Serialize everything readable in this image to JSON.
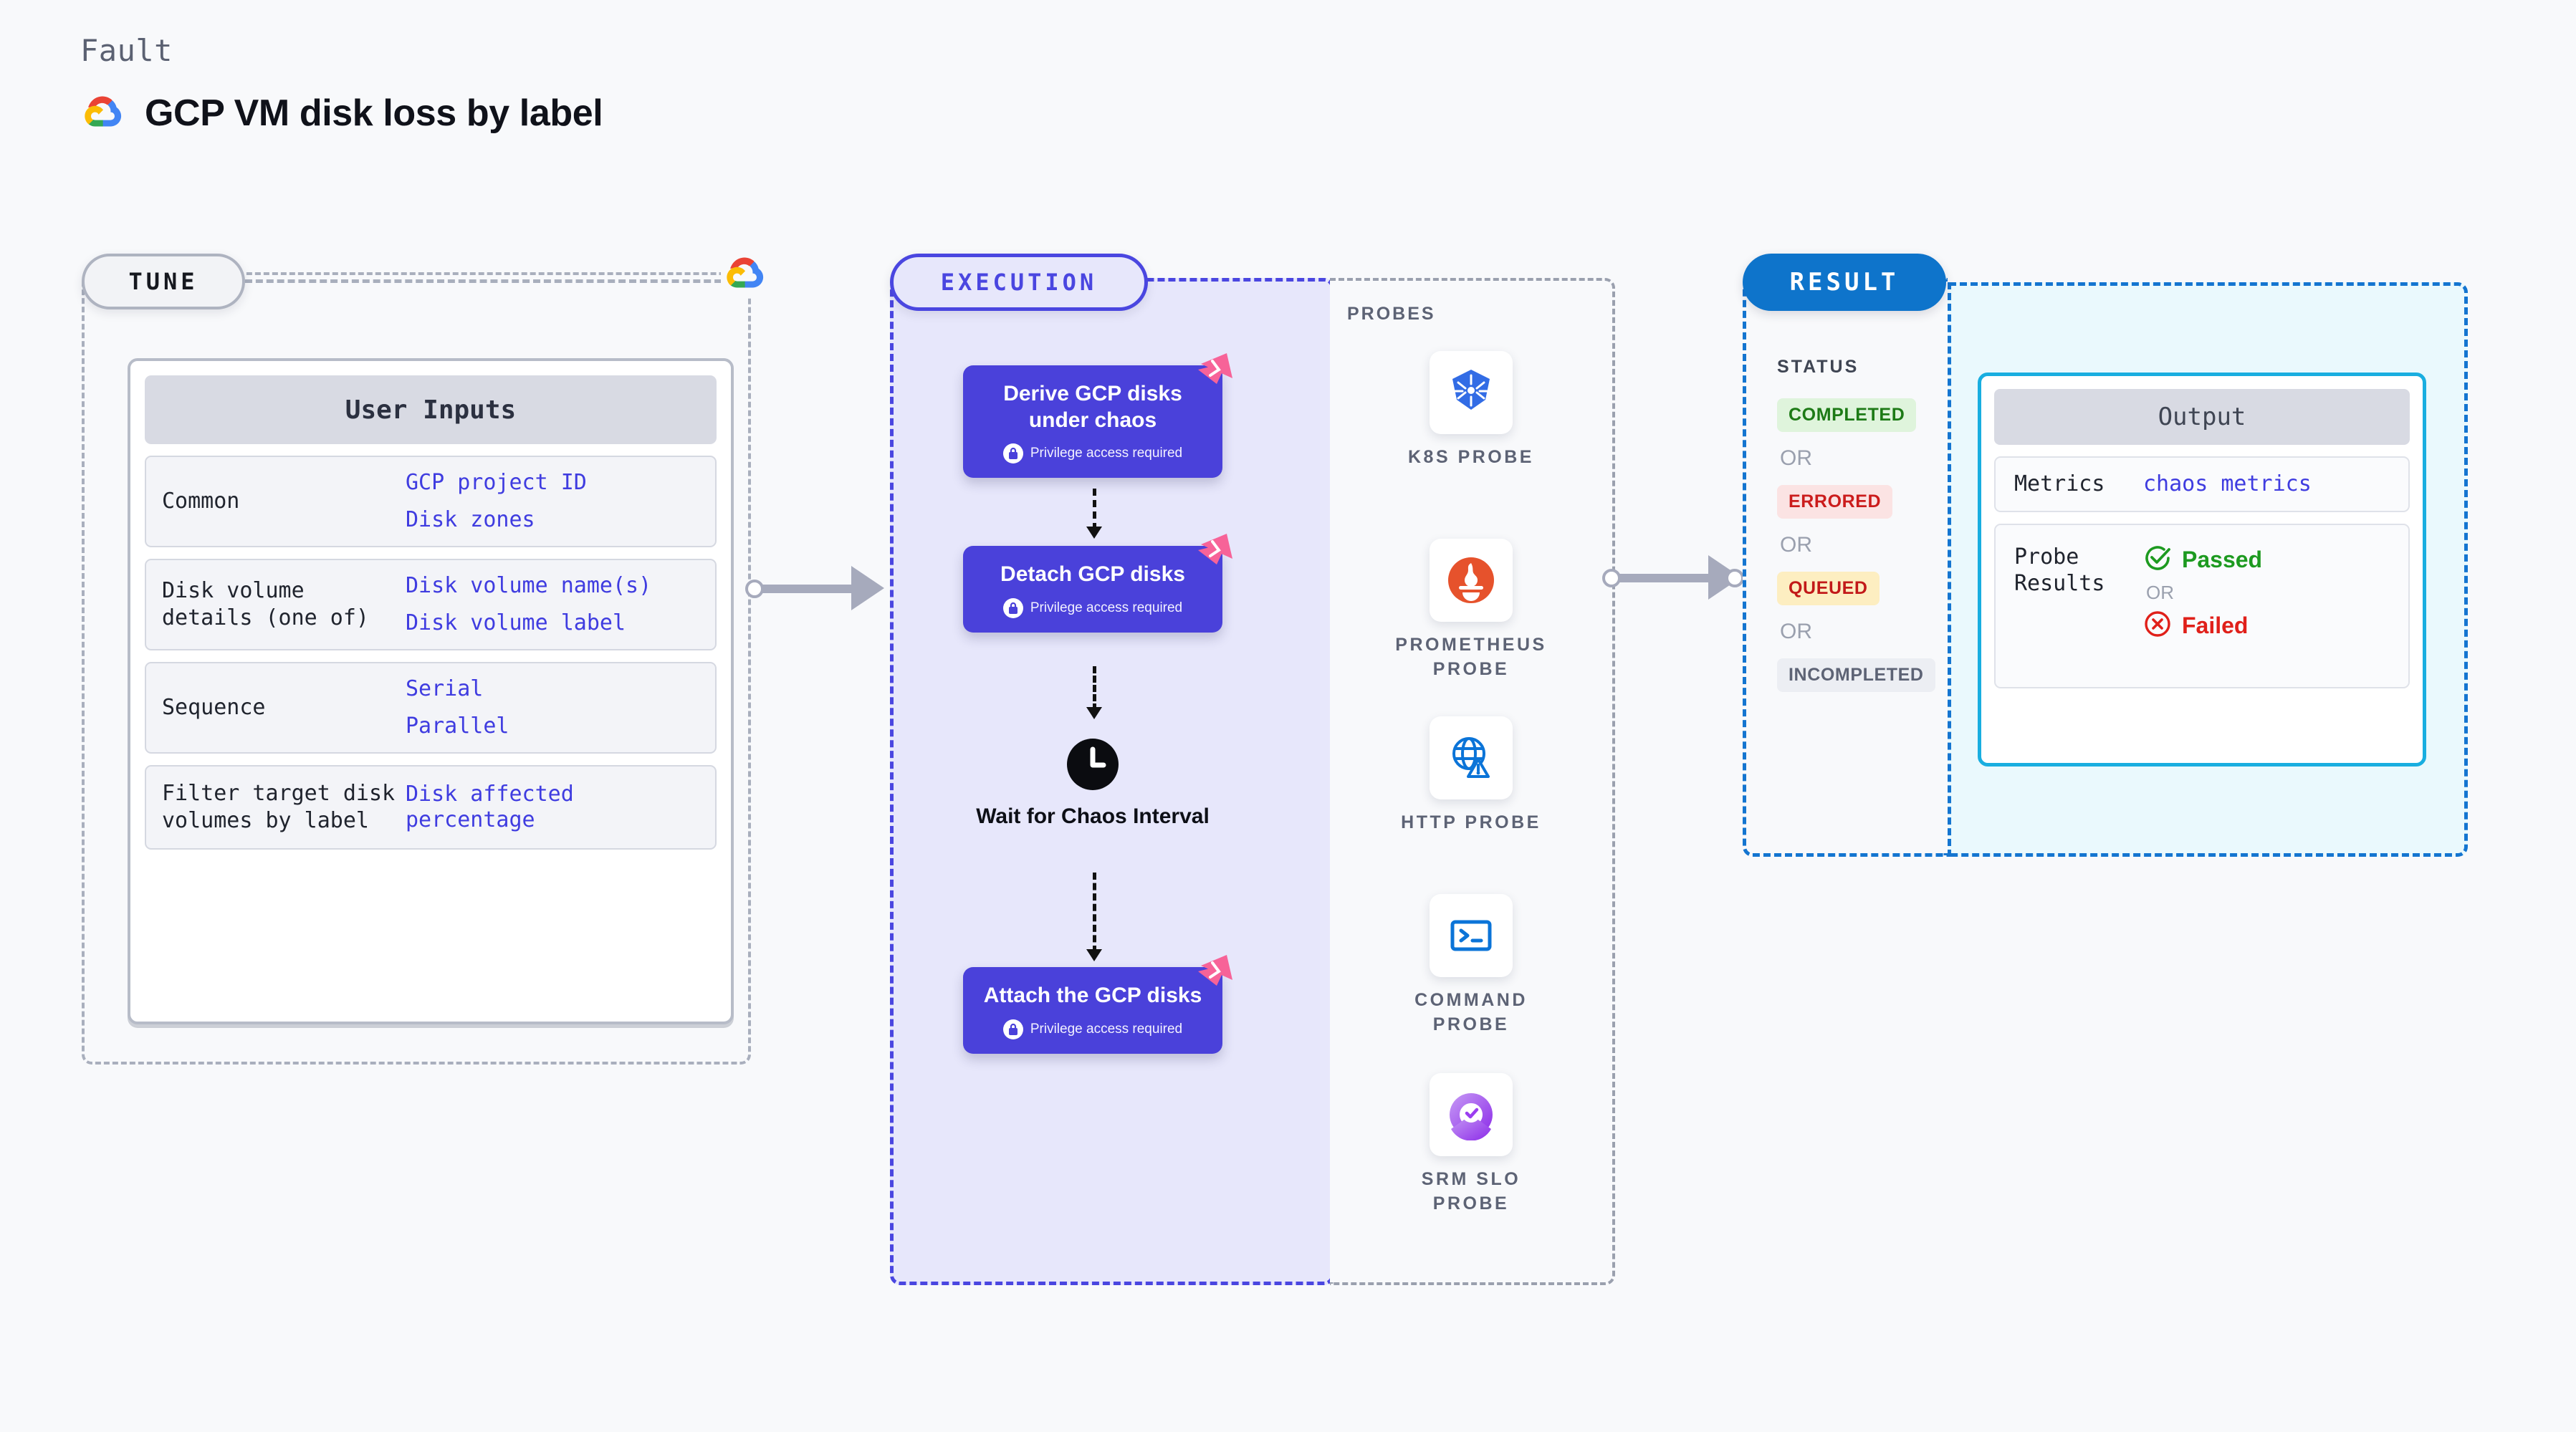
{
  "header": {
    "kicker": "Fault",
    "title": "GCP VM disk loss by label",
    "logo_icon": "google-cloud-logo"
  },
  "tune": {
    "badge": "TUNE",
    "provider_icon": "google-cloud-logo",
    "card_title": "User Inputs",
    "rows": [
      {
        "label": "Common",
        "values": [
          "GCP project ID",
          "Disk zones"
        ]
      },
      {
        "label": "Disk volume details (one of)",
        "values": [
          "Disk volume name(s)",
          "Disk volume label"
        ]
      },
      {
        "label": "Sequence",
        "values": [
          "Serial",
          "Parallel"
        ]
      },
      {
        "label": "Filter target disk volumes by label",
        "values": [
          "Disk affected percentage"
        ]
      }
    ]
  },
  "execution": {
    "badge": "EXECUTION",
    "privilege_text": "Privilege access required",
    "nodes": [
      {
        "title": "Derive GCP disks under chaos",
        "privileged": true,
        "flag_icon": "litmus-chaos-flag-icon"
      },
      {
        "title": "Detach GCP disks",
        "privileged": true,
        "flag_icon": "litmus-chaos-flag-icon"
      },
      {
        "title": "Attach the GCP disks",
        "privileged": true,
        "flag_icon": "litmus-chaos-flag-icon"
      }
    ],
    "wait_node": {
      "title": "Wait for Chaos Interval",
      "icon": "clock-icon"
    }
  },
  "probes": {
    "title": "PROBES",
    "items": [
      {
        "label": "K8S PROBE",
        "icon": "kubernetes-icon"
      },
      {
        "label": "PROMETHEUS PROBE",
        "icon": "prometheus-icon"
      },
      {
        "label": "HTTP PROBE",
        "icon": "globe-warning-icon"
      },
      {
        "label": "COMMAND PROBE",
        "icon": "terminal-icon"
      },
      {
        "label": "SRM SLO PROBE",
        "icon": "srm-slo-icon"
      }
    ]
  },
  "result": {
    "badge": "RESULT",
    "status_title": "STATUS",
    "or_label": "OR",
    "statuses": [
      {
        "label": "COMPLETED",
        "style": "p-completed"
      },
      {
        "label": "ERRORED",
        "style": "p-errored"
      },
      {
        "label": "QUEUED",
        "style": "p-queued"
      },
      {
        "label": "INCOMPLETED",
        "style": "p-incompleted"
      }
    ],
    "output": {
      "card_title": "Output",
      "metrics_label": "Metrics",
      "metrics_value": "chaos metrics",
      "probe_label": "Probe Results",
      "passed": "Passed",
      "failed": "Failed",
      "or_label": "OR"
    }
  },
  "colors": {
    "accent_indigo": "#4a41da",
    "accent_blue": "#0e74cb",
    "accent_cyan": "#19aee0",
    "flag_pink": "#f76398",
    "pass_green": "#1d9a20",
    "fail_red": "#e0201a",
    "panel_lavender": "#e7e7fb",
    "panel_cyan": "#eaf9fd"
  }
}
